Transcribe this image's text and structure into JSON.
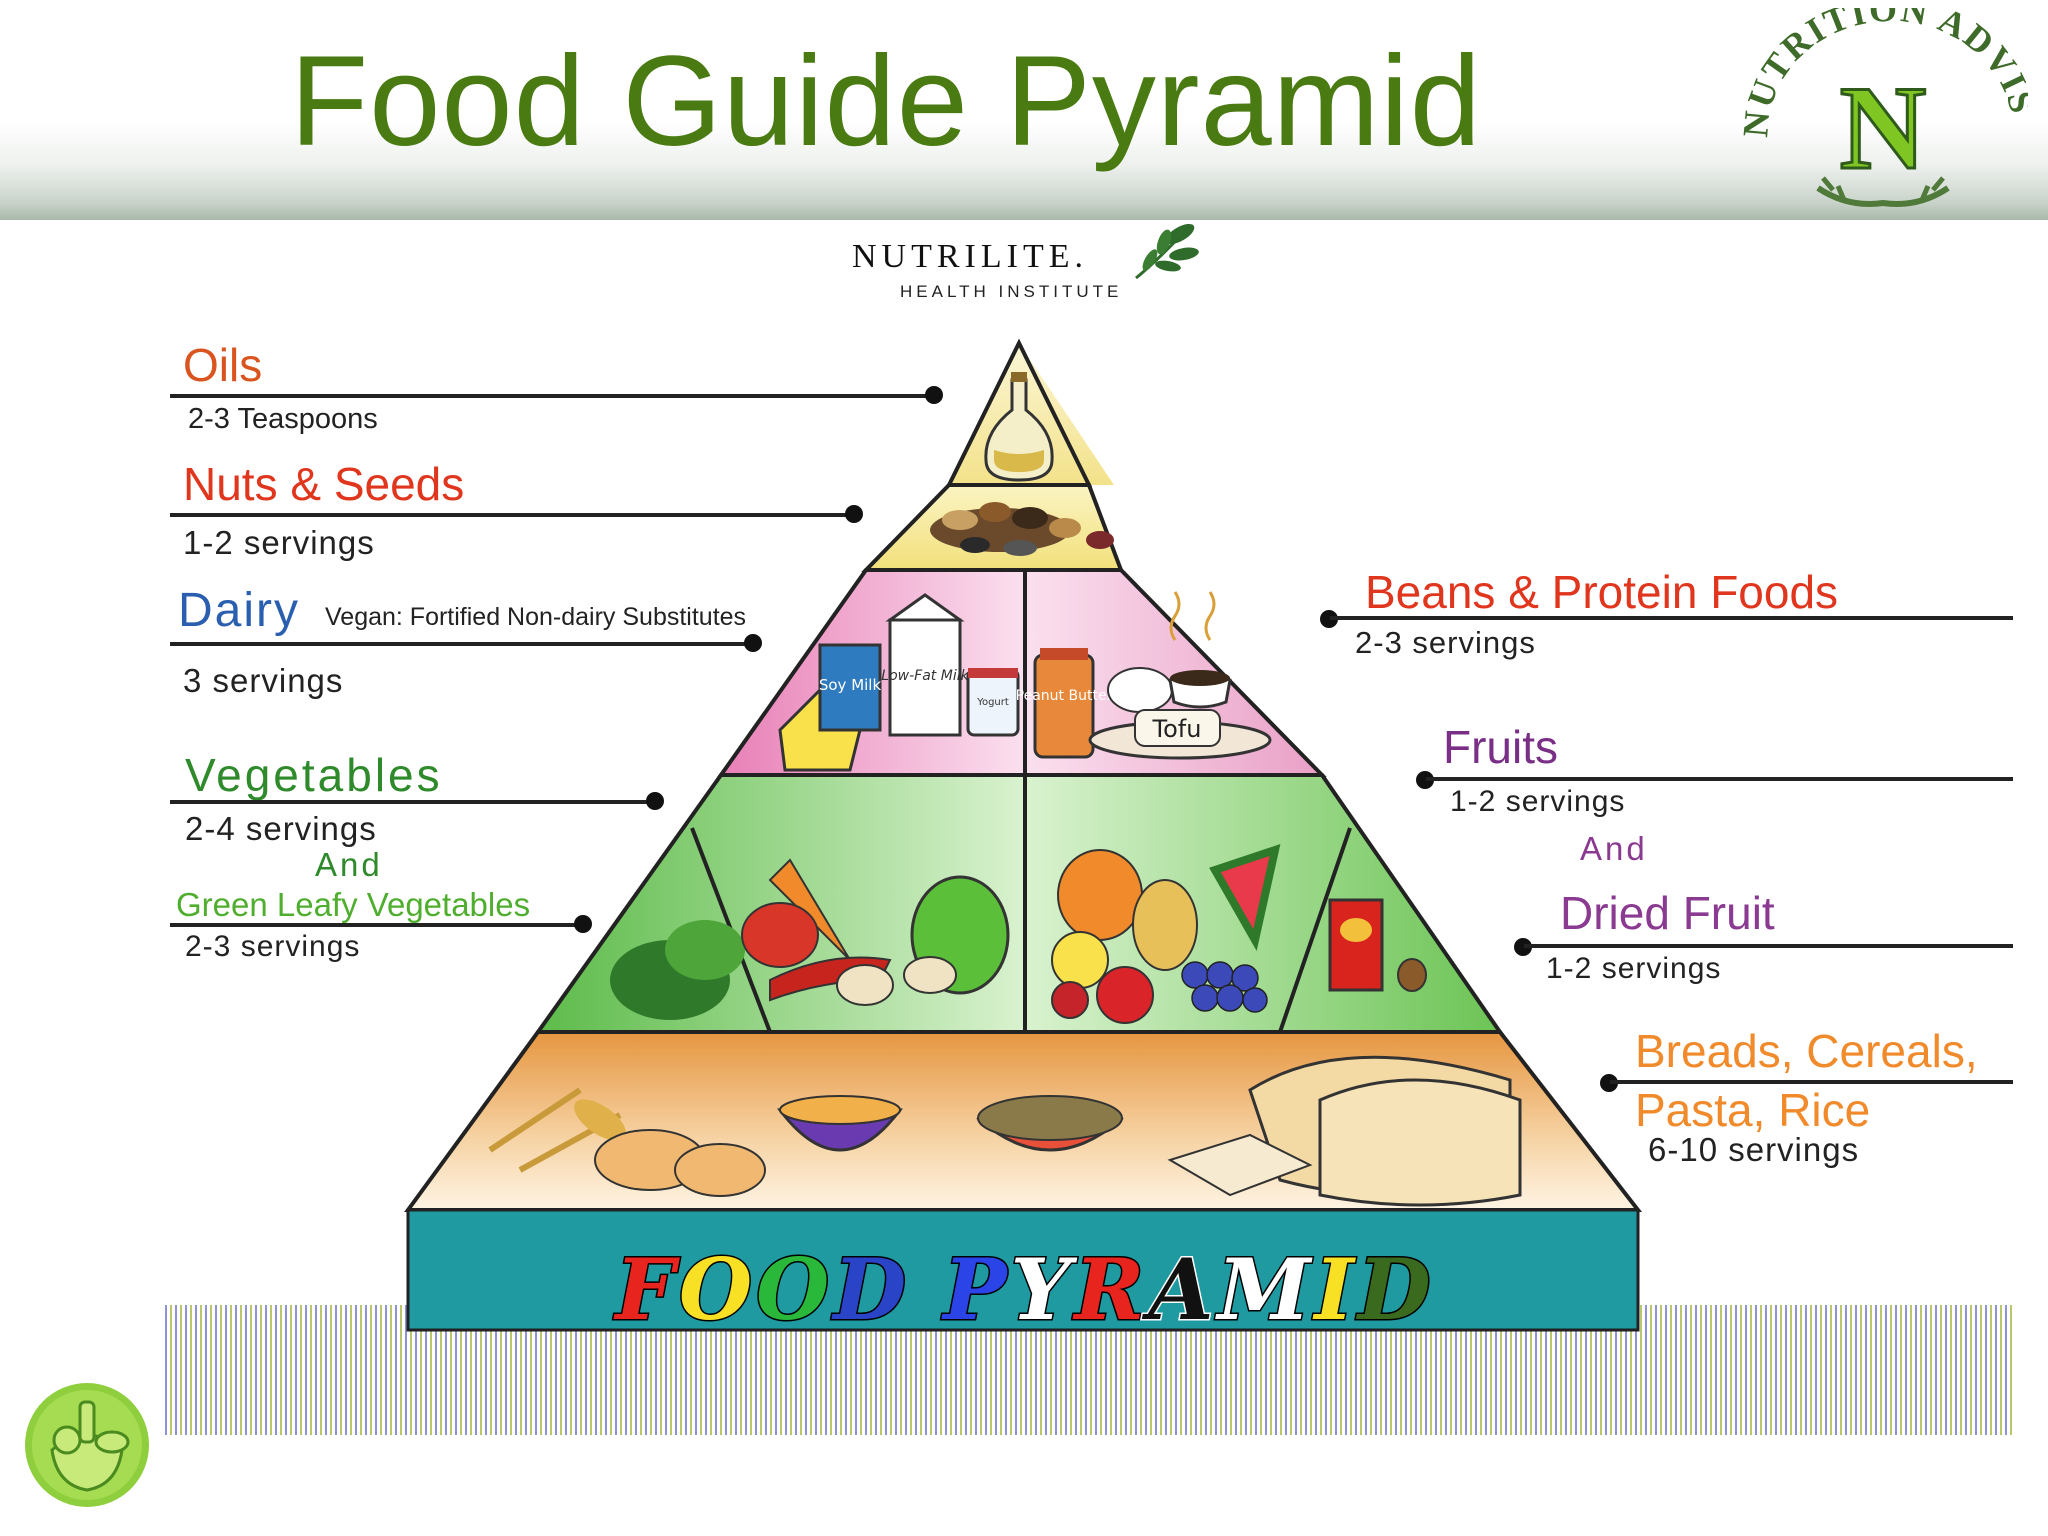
{
  "title": "Food Guide Pyramid",
  "badge": {
    "text": "NUTRITION ADVISOR",
    "letter": "N"
  },
  "brand": {
    "name": "NUTRILITE.",
    "subtitle": "HEALTH INSTITUTE"
  },
  "groups": {
    "oils": {
      "name": "Oils",
      "servings": "2-3 Teaspoons"
    },
    "nuts": {
      "name": "Nuts & Seeds",
      "servings": "1-2 servings"
    },
    "dairy": {
      "name": "Dairy",
      "note": "Vegan: Fortified Non-dairy Substitutes",
      "servings": "3 servings"
    },
    "vegetables": {
      "name": "Vegetables",
      "servings": "2-4 servings",
      "and": "And",
      "leafy_name": "Green Leafy Vegetables",
      "leafy_servings": "2-3 servings"
    },
    "beans": {
      "name": "Beans & Protein Foods",
      "servings": "2-3 servings"
    },
    "fruits": {
      "name": "Fruits",
      "servings": "1-2 servings",
      "and": "And"
    },
    "dried": {
      "name": "Dried Fruit",
      "servings": "1-2 servings"
    },
    "breads": {
      "name_line1": "Breads, Cereals,",
      "name_line2": "Pasta, Rice",
      "servings": "6-10 servings"
    }
  },
  "food_labels": {
    "soy_milk": "Soy Milk",
    "low_fat_milk": "Low-Fat Milk",
    "yogurt": "Yogurt",
    "peanut_butter": "Peanut Butter",
    "tofu": "Tofu"
  },
  "banner": {
    "letters": [
      "F",
      "O",
      "O",
      "D",
      " ",
      "P",
      "Y",
      "R",
      "A",
      "M",
      "I",
      "D"
    ]
  },
  "colors": {
    "title": "#4a7a12",
    "oils": "#d9541e",
    "nuts": "#e0361e",
    "dairy": "#2a5fb0",
    "vegetables": "#2e8a2a",
    "beans": "#e0361e",
    "fruits": "#7a2f86",
    "dried": "#8a3a90",
    "breads": "#f08a2a",
    "banner_bg": "#1e9aa0"
  }
}
